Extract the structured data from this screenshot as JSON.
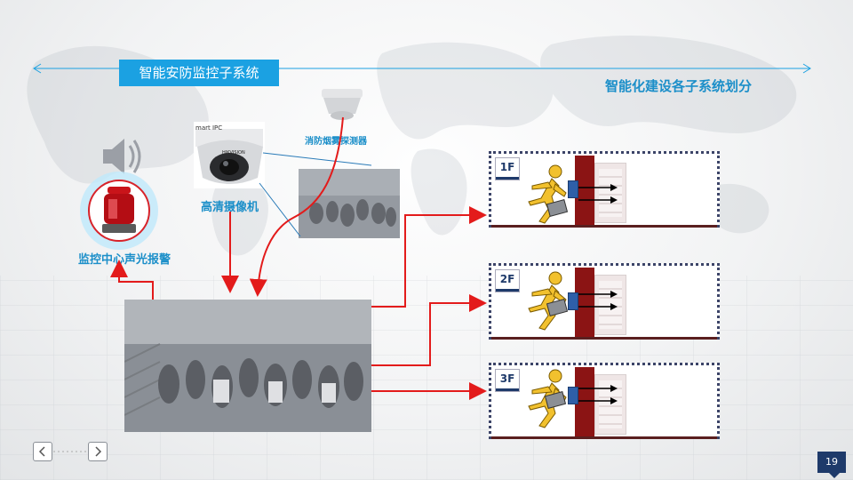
{
  "header": {
    "title_tab": "智能安防监控子系统",
    "subtitle": "智能化建设各子系统划分"
  },
  "components": {
    "alarm_label": "监控中心声光报警",
    "camera_label": "高清摄像机",
    "camera_brand_text": "mart IPC",
    "smoke_label": "消防烟雾探测器"
  },
  "floors": [
    {
      "label": "1F"
    },
    {
      "label": "2F"
    },
    {
      "label": "3F"
    }
  ],
  "navigation": {
    "prev_icon": "chevron-left-icon",
    "next_icon": "chevron-right-icon",
    "page_number": "19"
  },
  "colors": {
    "accent": "#1ba1e2",
    "heading": "#1c8fc9",
    "arrow": "#e31b1b",
    "door": "#8b1414",
    "dark_navy": "#1e3a6a"
  }
}
